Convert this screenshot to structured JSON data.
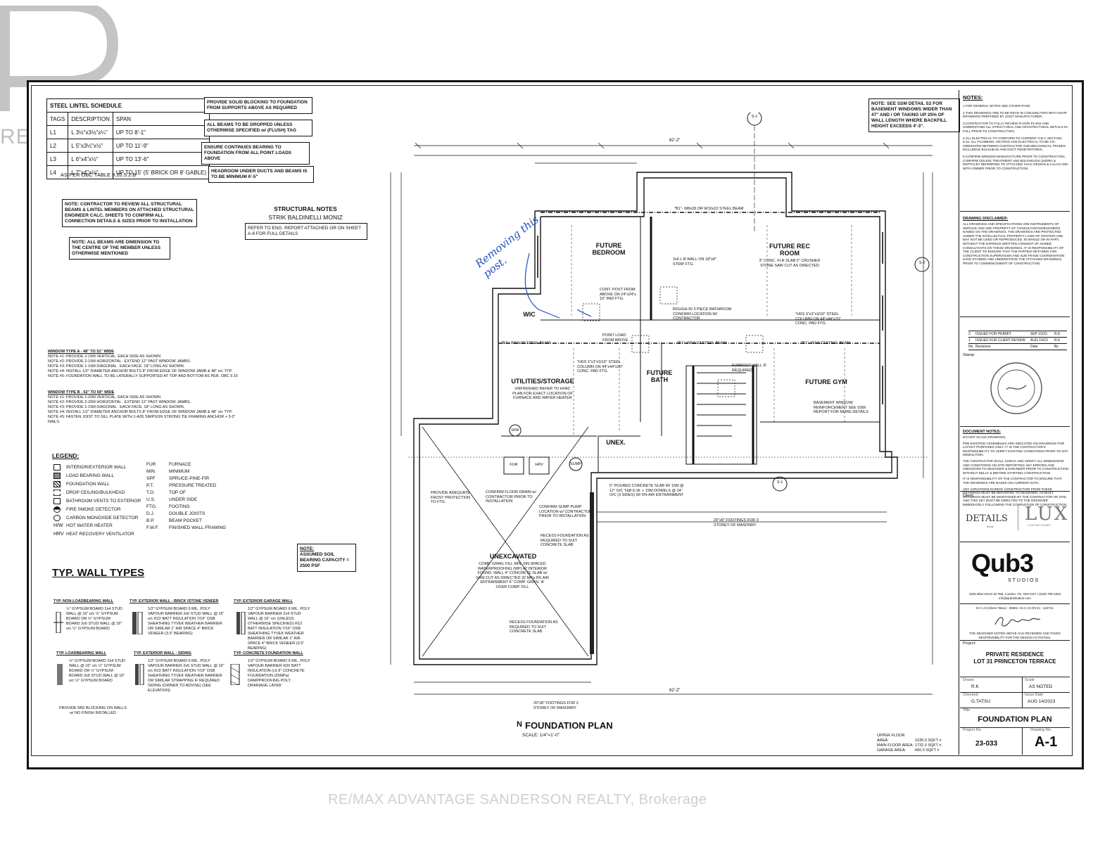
{
  "watermark": {
    "top_left": "REAL",
    "footer": "RE/MAX ADVANTAGE SANDERSON REALTY, Brokerage"
  },
  "lintel": {
    "title": "STEEL LINTEL SCHEDULE",
    "headers": [
      "TAGS",
      "DESCRIPTION",
      "SPAN"
    ],
    "rows": [
      [
        "L1",
        "L 3½\"x3½\"x¼\"",
        "UP TO 8'-1\""
      ],
      [
        "L2",
        "L 5\"x3½\"x½\"",
        "UP TO 11'-9\""
      ],
      [
        "L3",
        "L 6\"x4\"x½\"",
        "UP TO 13'-6\""
      ],
      [
        "L4",
        "L 7\"x4\"x½\"",
        "UP TO 15' (5' BRICK OR 8' GABLE)"
      ]
    ],
    "footnote": "AS PER OBC TABLE 9.20.5.2.B"
  },
  "notes_top": {
    "blocking": "PROVIDE SOLID BLOCKING TO FOUNDATION FROM SUPPORTS ABOVE AS REQUIRED",
    "beams_dropped": "ALL BEAMS TO BE DROPPED UNLESS OTHERWISE SPECIFIED w/ (FLUSH) TAG",
    "bearing": "ENSURE CONTINUES BEARING TO FOUNDATION FROM ALL POINT LOADS ABOVE",
    "headroom": "HEADROOM UNDER DUCTS AND BEAMS IS TO BE MINIMUM 6'-5\"",
    "contractor": "NOTE: CONTRACTOR TO REVIEW ALL STRUCTURAL BEAMS & LINTEL MEMBERS ON ATTACHED STRUCTURAL ENGINEER CALC. SHEETS TO CONFIRM ALL CONNECTION DETAILS & SIZES PRIOR TO INSTALLATION",
    "beam_dim": "NOTE: ALL BEAMS ARE DIMENSION TO THE CENTRE OF THE MEMBER UNLESS OTHERWISE MENTIONED",
    "ssm": "NOTE: SEE SSM DETAIL S2 FOR BASEMENT WINDOWS WIDER THAN 47\" AND / OR TAKING UP 25% OF WALL LENGTH WHERE BACKFILL HEIGHT EXCEEDS 4'-3\"."
  },
  "structural": {
    "title": "STRUCTURAL NOTES",
    "firm": "STRIK BALDINELLI MONIZ",
    "text": "REFER TO ENG. REPORT ATTACHED OR ON SHEET A-6 FOR FULL DETAILS"
  },
  "window_types": {
    "a_title": "WINDOW TYPE A - 48\" TO 51\" WIDE",
    "a_notes": [
      "NOTE #1: PROVIDE 2-15M VERTICAL. EACH SIDE AS SHOWN",
      "NOTE #2: PROVIDE 2-15M HORIZONTAL . EXTEND 12\" PAST WINDOW JAMBS.",
      "NOTE #3: PROVIDE 1-15M DIAGONAL . EACH FACE. 18\" LONG AS SHOWN.",
      "NOTE #4: INSTALL 1/2\" DIAMETER ANCHOR BOLTS 8\" FROM EDGE OF WINDOW JAMB & 48\" o/c TYP.",
      "NOTE #5: FOUNDATION WALL TO BE LATERALLY SUPPORTED AT TOP AND BOTTOM AS PER. OBC 9.15"
    ],
    "b_title": "WINDOW TYPE B - 52\" TO 69\" WIDE",
    "b_notes": [
      "NOTE #1: PROVIDE 2-20M VERTICAL. EACH SIDE AS SHOWN",
      "NOTE #2: PROVIDE 2-20M HORIZONTAL . EXTEND 12\" PAST WINDOW JAMBS.",
      "NOTE #3: PROVIDE 1-15M DIAGONAL . EACH FACE. 18\" LONG AS SHOWN.",
      "NOTE #4: INSTALL 1/2\" DIAMETER ANCHOR BOLTS 8\" FROM EDGE OF WINDOW JAMB & 48\" o/c TYP.",
      "NOTE #5: FASTEN JOIST TO SILL PLATE WITH 1-A35 SIMPSON STRONG TIE FRAMING ANCHOR + 3-3\" NAILS."
    ]
  },
  "legend": {
    "title": "LEGEND:",
    "items": [
      "INTERIOR/EXTERIOR WALL",
      "LOAD BEARING WALL",
      "FOUNDATION WALL",
      "DROP CEILING/BULKHEAD",
      "BATHROOM VENTS TO EXTERIOR",
      "FIRE SMOKE DETECTOR",
      "CARBON MONOXIDE DETECTOR",
      "HOT WATER HEATER",
      "HEAT RECOVERY VENTILATOR"
    ],
    "abbr_keys": [
      "H/W",
      "HRV"
    ],
    "abbr": [
      [
        "FUR",
        "FURNACE"
      ],
      [
        "MIN.",
        "MINIMUM"
      ],
      [
        "SPF",
        "SPRUCE-PINE-FIR"
      ],
      [
        "P.T.",
        "PRESSURE TREATED"
      ],
      [
        "T.O.",
        "TOP OF"
      ],
      [
        "U.S.",
        "UNDER SIDE"
      ],
      [
        "FTG.",
        "FOOTING"
      ],
      [
        "D.J.",
        "DOUBLE JOISTS"
      ],
      [
        "B.P.",
        "BEAM POCKET"
      ],
      [
        "F.W.F.",
        "FINISHED WALL FRAMING"
      ]
    ]
  },
  "soil": {
    "title": "NOTE:",
    "text": "ASSUMED SOIL BEARING CAPACITY = 2500 PSF"
  },
  "wall_types": {
    "title": "TYP. WALL TYPES",
    "items": [
      {
        "title": "TYP. NON-LOADBEARING WALL",
        "text": "½\" GYPSUM BOARD 2x4 STUD WALL @ 16\" o/c ½\" GYPSUM BOARD OR ½\" GYPSUM BOARD 2x6 STUD WALL @ 16\" o/c ½\" GYPSUM BOARD"
      },
      {
        "title": "TYP. EXTERIOR WALL - BRICK /STONE VENEER",
        "text": "1/2\" GYPSUM BOARD 6 MIL. POLY VAPOUR BARRIER 2x6 STUD WALL @ 16\" o/c R22 BATT INSULATION 7/16\" OSB SHEATHING TYVEK WEATHER BARRIER OR SIMILAR 1\" AIR SPACE 4\" BRICK VENEER (3.5\" BEARING)"
      },
      {
        "title": "TYP. EXTERIOR GARAGE WALL",
        "text": "1/2\" GYPSUM BOARD 6 MIL. POLY VAPOUR BARRIER 2x4 STUD WALL @ 16\" o/c (UNLESS OTHERWISE SPECIFIED) R12 BATT INSULATION 7/16\" OSB SHEATHING TYVEK WEATHER BARRIER OR SIMILAR 1\" AIR SPACE 4\" BRICK VENEER (3.5\" BEARING)"
      },
      {
        "title": "TYP. LOADBEARING WALL",
        "text": "½\" GYPSUM BOARD 2x4 STUD WALL @ 16\" o/c ½\" GYPSUM BOARD OR ½\" GYPSUM BOARD 2x6 STUD WALL @ 16\" o/c ½\" GYPSUM BOARD"
      },
      {
        "title": "TYP. EXTERIOR WALL - SIDING",
        "text": "1/2\" GYPSUM BOARD 6 MIL. POLY VAPOUR BARRIER 2x6 STUD WALL @ 16\" o/c R22 BATT INSULATION 7/16\" OSB SHEATHING TYVEK WEATHER BARRIER OR SIMILAR STRAPPING IF REQUIRED SIDING (OWNER TO ADVISE) (SEE ELEVATION)"
      },
      {
        "title": "TYP. CONCRETE FOUNDATION WALL",
        "text": "1/2\" GYPSUM BOARD 6 MIL. POLY VAPOUR BARRIER R20 BATT INSULATION (ci) 8\" CONCRETE FOUNDATION (25MPa) DAMPPROOFING POLY DRAINAGE LAYER"
      }
    ],
    "mid_blocking": "PROVIDE MID BLOCKING ON WALLS w/ NO FINISH INSTALLED"
  },
  "plan": {
    "title": "FOUNDATION PLAN",
    "scale": "SCALE: 1/4\"=1'-0\"",
    "north": "N",
    "overall_dim": "62'-2\"",
    "rooms": {
      "bedroom": "FUTURE BEDROOM",
      "rec": "FUTURE REC ROOM",
      "rec_sub": "3\" CONC. FLR SLAB 5\" CRUSHED STONE SAW CUT AS DIRECTED",
      "wic": "WIC",
      "utilities": "UTILITIES/STORAGE",
      "utilities_sub": "UNFINISHED REFER TO HVAC PLAN FOR EXACT LOCATION OF FURNACE AND WATER HEATER",
      "bath": "FUTURE BATH",
      "gym": "FUTURE GYM",
      "unex_small": "UNEX.",
      "unexcavated": "UNEXCAVATED",
      "unexcavated_sub": "COMP. GRAN. FILL MIN. 6IN SPACED WATERPROOFING (WP) AT INTERIOR FOUND. WALL 4\" CONCRETE SLAB w/ SAW CUT AS DIRECTED 32 MPa 5% AIR ENTRAINMENT 6\" COMP. GRAN. 'A' OVER COMP. FILL"
    },
    "beams": [
      "\"B1\"- W8x28 OR W10x22 STEEL BEAM",
      "\"B1\"- W10x26 STEEL BEAM",
      "\"B1\"- W10x22 STEEL BEAM",
      "\"B1\"- W10x22 STEEL BEAM"
    ],
    "notes": {
      "post": "CONT. POST FROM ABOVE ON 24\"x24\"x 10\" PAD FTG.",
      "point_load": "POINT LOAD FROM ABOVE",
      "hss": "\"HSS 3\"x3\"x3/16\" STEEL COLUMN ON 44\"x44\"x20\" CONC. PAD FTG.",
      "roughin": "ROUGH-IN 3 PIECE BATHROOM CONFIRM LOCATION W/ CONTRACTOR",
      "lb_wall": "2x6 L.B WALL ON 18\"x8\" STRIP FTG.",
      "frost": "PROVIDE ADEQUATE FROST PROTECTION TO FTG.",
      "floor_drain": "CONFIRM FLOOR DRAIN w/ CONTRACTOR PRIOR TO INSTALLATION",
      "sump": "CONFIRM SUMP PUMP LOCATION w/ CONTRACTOR PRIOR TO INSTALLATION",
      "recess": "RECESS FOUNDATION AS REQUIRED TO SUIT CONCRETE SLAB",
      "slab": "5\" POURED CONCRETE SLAB W/ 15M @ 12\" O/C T&B E.W. + 15M DOWELS @ 24\" O/C (3 SIDES) W/ 6% AIR ENTRAINMENT",
      "footing_masonry": "20\"x8\" FOOTINGS FOR 3 STOREY OF MASONRY",
      "footing_masonry2": "20\"x8\" FOOTINGS FOR 2 STOREY OF MASONRY",
      "window_reinf": "BASEMENT WINDOW REINFORCEMENT SEE SSM REPORT FOR MORE DETAILS",
      "furr": "FURROUT WALL IF REQUIRED"
    },
    "labels": {
      "fur": "FUR",
      "hrv": "HRV",
      "hw": "H/W",
      "sump": "SUMP"
    },
    "section_tags": [
      "S-1",
      "S-2",
      "S-1"
    ],
    "handwriting": "Removing this post.",
    "areas": [
      [
        "UPPER FLOOR AREA:",
        "1630.0 SQFT ±"
      ],
      [
        "MAIN FLOOR AREA:",
        "1732.0 SQFT ±"
      ],
      [
        "GARAGE AREA:",
        "660.0 SQFT ±"
      ]
    ]
  },
  "titleblock": {
    "notes_title": "NOTES:",
    "notes": [
      "1.FOR GENERAL NOTES SEE COVER PAGE.",
      "2.THIS DRAWINGS ARE TO BE READ IN CONJUNCTION WITH SHOP DRAWINGS PREPARED BY JOIST MANUFACTURER.",
      "3.CONTRACTOR TO FULLY REVIEW FLOOR PLANS AND UNDERSTAND ALL STRUCTURAL AND ARCHITECTURAL DETAILS IN FULL PRIOR TO CONSTRUCTION.",
      "4.ALL ELECTRICAL TO CONFORM TO CURRENT O.B.C SECTION 9.34. ALL PLUMBING, HEATING AND ELECTRICAL TO BE CO-ORDINATED BETWEEN CONTRACTOR AND MECHANICAL TRADES INCLUDING BULKHEAD AND DUCT PENETRATIONS.",
      "5.CONFIRM WINDOW MANUFACTURE PRIOR TO CONSTRUCTION. CONFIRM CEILING TREATMENT AND BULKHEADS (SIZING & DEPTH) BY REFERRING TO ATTACHED HVAC DESIGN & CALCS AND WITH OWNER PRIOR TO CONSTRUCTION."
    ],
    "disclaimer_title": "DRAWING DISCLAIMER:",
    "disclaimer": "ALL DRAWINGS AND SPECIFICATIONS ARE INSTRUMENTS OF SERVICE AND ARE PROPERTY OF CONSULTANTS/DESIGNERS NAMED ON THE DRAWINGS. THE DRAWINGS ARE PROTECTED UNDER THE INTELLECTUAL PROPERTY LAWS OF ONTARIO AND MAY NOT BE USED OR REPRODUCED, IN WHOLE OR IN PART, WITHOUT THE EXPRESS WRITTEN CONSENT OF NAMED CONSULTANTS ON THESE DRAWINGS. IT IS RESPONSIBILITY OF THE CLIENT TO ENSURE THAT THE PARTIES RETAINED FOR CONSTRUCTION SUPERVISION AND SUB TRADE COORDINATION HAVE STUDIED AND UNDERSTOOD THE ATTACHED DRAWINGS, PRIOR TO COMMENCEMENT OF CONSTRUCTION.",
    "revisions": [
      [
        "2",
        "ISSUED FOR PERMIT",
        "SEP 15/23",
        "R.K"
      ],
      [
        "1",
        "ISSUED FOR CLIENT REVIEW",
        "AUG 14/23",
        "R.K"
      ]
    ],
    "rev_headers": [
      "No.",
      "Revisions",
      "Date",
      "By"
    ],
    "stamp_label": "Stamp:",
    "doc_notes_title": "DOCUMENT NOTES:",
    "doc_notes": [
      "DO NOT SCALE DRAWINGS.",
      "PRE-EXISTING ASSEMBLIES ARE INDICATED ON DRAWINGS FOR LAYOUT PURPOSES ONLY. IT IS THE CONTRACTOR'S RESPONSIBILITY TO VERIFY EXISTING CONDITIONS PRIOR TO ANY DEMOLITION.",
      "THE CONTRACTOR SHALL CHECK AND VERIFY ALL DIMENSIONS AND CONDITIONS ON SITE REPORTING ANY ERRORS AND OMISSIONS TO DESIGNER & ENGINEER PRIOR TO CONSTRUCTION WITHOUT DELAY & BEFORE STARTING CONSTRUCTION.",
      "IT IS RESPONSIBILITY OF THE CONTRACTOR TO ENSURE THAT THE DRAWINGS ARE BASED ON CURRENT DATA.",
      "ANY VARIATIONS DURING CONSTRUCTION FROM THESE DRAWINGS MUST BE REPORTED TO DESIGNER. AS-BUILT DRAWINGS MUST BE MAINTAINED BY THE CONTRACTOR ON SITE, AND THIS SET MUST BE DIRECTED TO THE DESIGNER IMMEDIATELY FOLLOWING THE COMPLETION OF CONSTRUCTION."
    ],
    "client_label": "Client:",
    "client_logo_1": "DETAILS",
    "client_logo_1_sub": "home",
    "client_logo_2": "LUX",
    "client_logo_2_sub": "CUSTOM HOMES",
    "company": "Qub3",
    "company_sub": "STUDIOS",
    "address": "1626 Blue Heron Dr #55, London, On. N6H 5S7 • (226)-799-4264",
    "email": "info@qub3studios.com",
    "bcin": "B.C.I.N (Glenn Tatsu) : 26561   •   B.C.I.N (Firm) : 122741",
    "designer_note": "THE DESIGNER NOTED ABOVE HAS REVIEWED AND TAKEN RESPONSIBILITY FOR THE DESIGN ACTIVITIES.",
    "project_label": "Project:",
    "project": "PRIVATE RESIDENCE",
    "project_address": "LOT 31 PRINCETON TERRACE",
    "drawn_label": "Drawn",
    "drawn": "R.K",
    "scale_label": "Scale",
    "scale": "AS NOTED",
    "checked_label": "Checked",
    "checked": "G.TATSU",
    "issue_label": "Issue Date",
    "issue": "AUG 14/2023",
    "title_label": "Title",
    "sheet_title": "FOUNDATION PLAN",
    "project_no_label": "Project No.",
    "project_no": "23-033",
    "drawing_no_label": "Drawing No.",
    "drawing_no": "A-1"
  }
}
